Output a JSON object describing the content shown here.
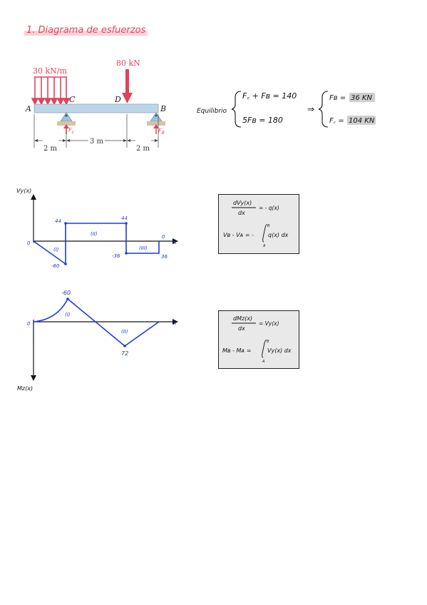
{
  "title": "1. Diagrama de esfuerzos",
  "beam": {
    "dist_load": "30 kN/m",
    "point_load": "80 kN",
    "points": {
      "A": "A",
      "C": "C",
      "D": "D",
      "B": "B"
    },
    "reaction_c": "F",
    "reaction_c_sub": "c",
    "reaction_b": "F",
    "reaction_b_sub": "B",
    "dims": [
      "2 m",
      "3 m",
      "2 m"
    ]
  },
  "equilibrium": {
    "label": "Equilibrio",
    "eq1": "F꜀ + Fʙ = 140",
    "eq2": "5Fʙ = 180",
    "arrow": "⇒",
    "res1_lhs": "Fʙ =",
    "res1_val": "36 KN",
    "res2_lhs": "F꜀ =",
    "res2_val": "104 KN"
  },
  "shear": {
    "axis_label": "Vy(x)",
    "x_label": "x",
    "values": {
      "v0": "0",
      "v1": "-60",
      "v2": "44",
      "v3": "44",
      "v4": "-36",
      "v5": "0",
      "v6": "36"
    },
    "segment_labels": [
      "(I)",
      "(II)",
      "(III)"
    ],
    "formula_top": "dVy(x)",
    "formula_bottom": "dx",
    "formula_rhs": "= - q(x)",
    "formula2_lhs": "Vʙ - Vᴀ = -",
    "formula2_int_top": "B",
    "formula2_int_bottom": "A",
    "formula2_body": "q(x) dx"
  },
  "moment": {
    "axis_label": "Mz(x)",
    "x_label": "x",
    "values": {
      "v0": "0",
      "v1": "-60",
      "v2": "72"
    },
    "segment_labels": [
      "(I)",
      "(II)"
    ],
    "formula_top": "dMz(x)",
    "formula_bottom": "dx",
    "formula_rhs": "= Vy(x)",
    "formula2_lhs": "Mʙ - Mᴀ =",
    "formula2_int_top": "B",
    "formula2_int_bottom": "A",
    "formula2_body": "Vy(x) dx"
  },
  "colors": {
    "pen": "#1f3bd6",
    "accent": "#e0435c",
    "beam": "#bcd6e8"
  }
}
